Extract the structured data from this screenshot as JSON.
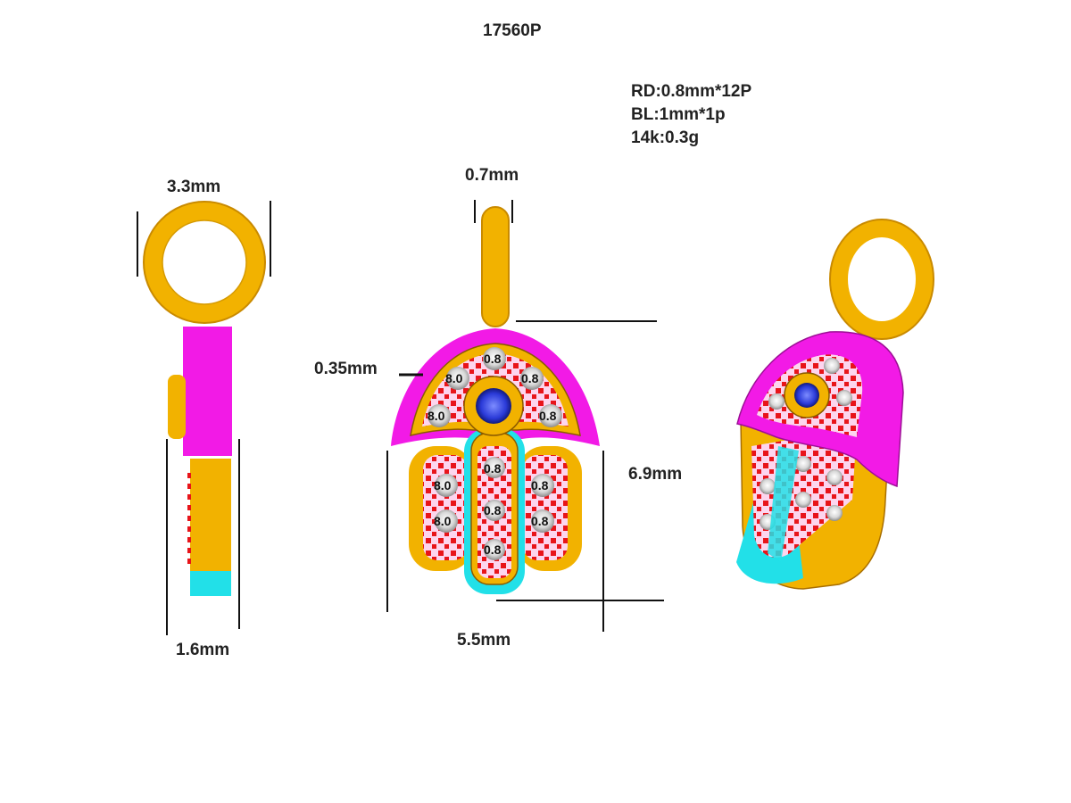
{
  "title": "17560P",
  "specs": [
    "RD:0.8mm*12P",
    "BL:1mm*1p",
    "14k:0.3g"
  ],
  "dimensions": {
    "ring_width": "3.3mm",
    "bail_thickness": "0.7mm",
    "edge": "0.35mm",
    "height": "6.9mm",
    "width": "5.5mm",
    "depth": "1.6mm"
  },
  "stone_labels": {
    "top": "0.8",
    "arch": "8.0",
    "numeric": "0.8"
  },
  "colors": {
    "gold": "#f2b200",
    "gold_dark": "#c98a00",
    "magenta": "#f21ae6",
    "cyan": "#22e0e8",
    "red": "#e8141a",
    "blue_stone": "#2a3ad8"
  }
}
